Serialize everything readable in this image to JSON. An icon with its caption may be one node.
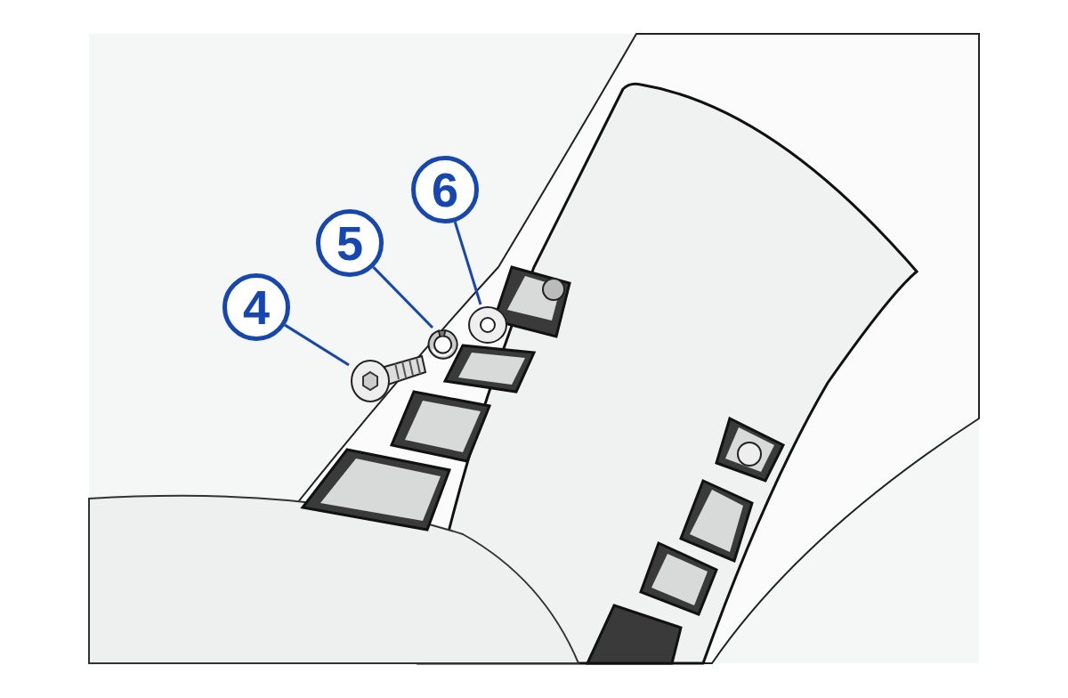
{
  "diagram": {
    "nodes": [
      {
        "text": [
          "4"
        ]
      },
      {
        "text": [],
        "shape": "picture"
      },
      {
        "text": [
          "5"
        ]
      },
      {
        "text": [],
        "shape": "picture"
      },
      {
        "text": [
          "6"
        ]
      },
      {
        "text": [],
        "shape": "picture"
      }
    ],
    "edges": [
      {
        "from": 0,
        "to": 1,
        "arrow": "none"
      },
      {
        "from": 2,
        "to": 3,
        "arrow": "none"
      },
      {
        "from": 4,
        "to": 5,
        "arrow": "none"
      }
    ]
  }
}
